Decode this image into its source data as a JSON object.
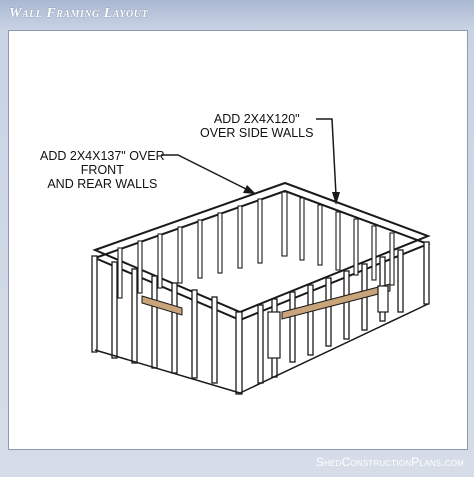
{
  "header": {
    "title": "Wall Framing Layout"
  },
  "annotations": {
    "side_walls": [
      "ADD 2X4X120\"",
      "OVER SIDE WALLS"
    ],
    "front_rear": [
      "ADD 2X4X137\" OVER",
      "FRONT",
      "AND REAR WALLS"
    ]
  },
  "footer": {
    "site": "ShedConstructionPlans.com"
  },
  "colors": {
    "header_band": "#aab8d2",
    "lumber": "#c9a47a",
    "stroke": "#1a1a1a"
  }
}
